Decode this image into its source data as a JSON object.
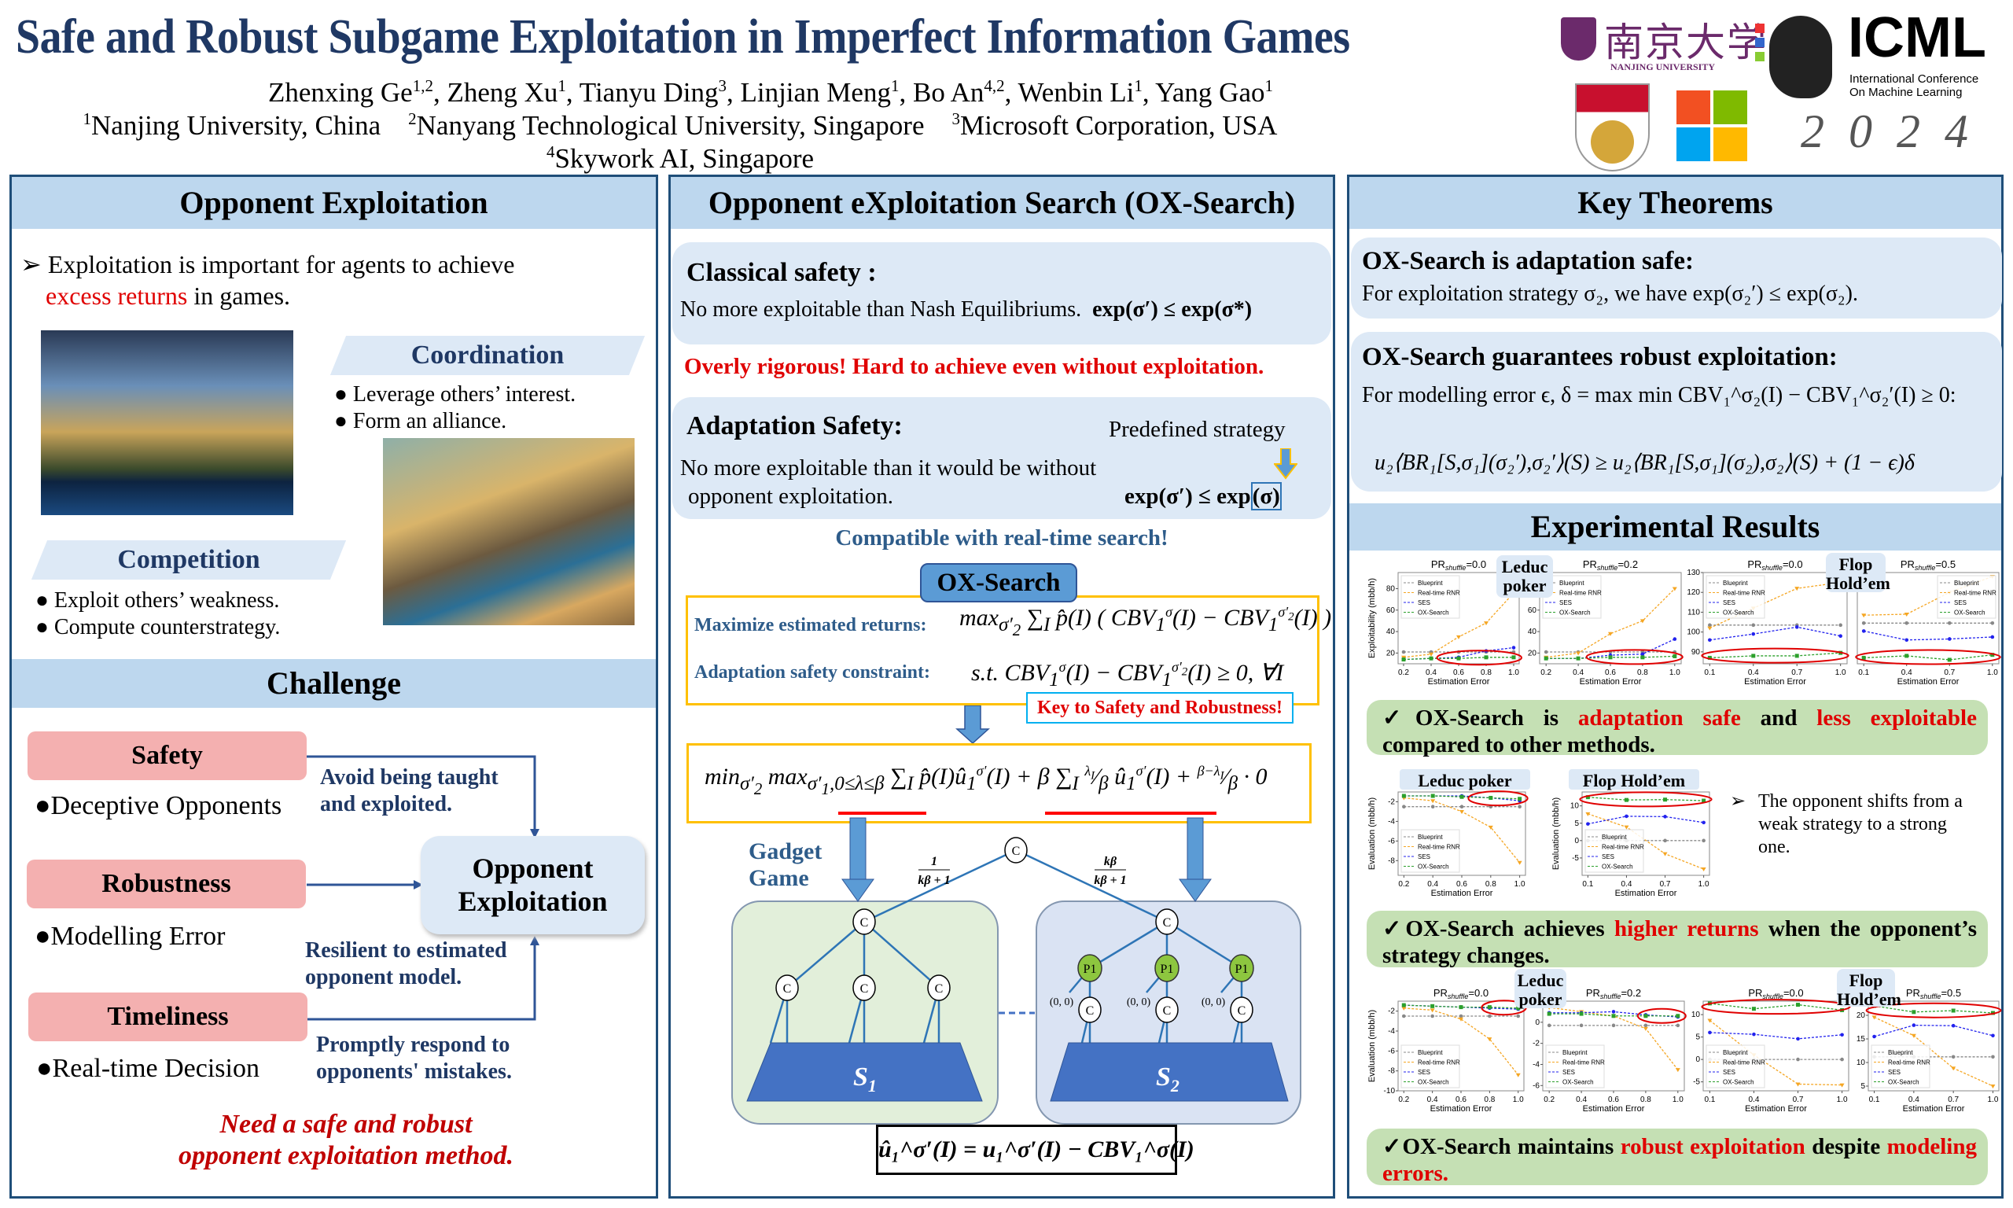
{
  "header": {
    "title": "Safe and Robust Subgame Exploitation in Imperfect Information Games",
    "authors": [
      {
        "name": "Zhenxing Ge",
        "aff": "1,2"
      },
      {
        "name": "Zheng Xu",
        "aff": "1"
      },
      {
        "name": "Tianyu Ding",
        "aff": "3"
      },
      {
        "name": "Linjian Meng",
        "aff": "1"
      },
      {
        "name": "Bo An",
        "aff": "4,2"
      },
      {
        "name": "Wenbin Li",
        "aff": "1"
      },
      {
        "name": "Yang Gao",
        "aff": "1"
      }
    ],
    "affiliations": [
      {
        "num": "1",
        "name": "Nanjing University, China"
      },
      {
        "num": "2",
        "name": "Nanyang Technological University, Singapore"
      },
      {
        "num": "3",
        "name": "Microsoft Corporation, USA"
      },
      {
        "num": "4",
        "name": "Skywork AI, Singapore"
      }
    ],
    "logos": {
      "nju_cn": "南京大学",
      "nju_en": "NANJING UNIVERSITY",
      "icml": "ICML",
      "icml_sub1": "International Conference",
      "icml_sub2": "On Machine Learning",
      "icml_year": "2 0 2 4"
    }
  },
  "left": {
    "header": "Opponent Exploitation",
    "intro_1": "Exploitation is important for agents to achieve",
    "intro_red": "excess returns",
    "intro_2": " in games.",
    "coordination": {
      "title": "Coordination",
      "bullets": [
        "Leverage others’ interest.",
        "Form an alliance."
      ]
    },
    "competition": {
      "title": "Competition",
      "bullets": [
        "Exploit others’ weakness.",
        "Compute counterstrategy."
      ]
    },
    "challenge": {
      "header": "Challenge",
      "items": [
        {
          "title": "Safety",
          "bullet": "Deceptive Opponents",
          "note": "Avoid being taught and exploited."
        },
        {
          "title": "Robustness",
          "bullet": "Modelling Error",
          "note": "Resilient to estimated opponent model."
        },
        {
          "title": "Timeliness",
          "bullet": "Real-time Decision",
          "note": "Promptly respond to opponents' mistakes."
        }
      ],
      "target": "Opponent Exploitation",
      "conclusion_1": "Need a safe and robust",
      "conclusion_2": "opponent exploitation method."
    }
  },
  "middle": {
    "header": "Opponent eXploitation Search (OX-Search)",
    "classical_title": "Classical safety :",
    "classical_text": "No more exploitable than Nash Equilibriums.",
    "classical_formula": "exp(σ′) ≤ exp(σ*)",
    "warning": "Overly rigorous!  Hard to achieve even without exploitation.",
    "adaptation_title": "Adaptation Safety:",
    "adaptation_text": "No more exploitable than it would be without opponent exploitation.",
    "predefined_label": "Predefined strategy",
    "adaptation_formula_left": "exp(σ′) ≤ exp",
    "adaptation_formula_boxed": "(σ)",
    "compatible": "Compatible with real-time search!",
    "oxsearch_label": "OX-Search",
    "objective_label": "Maximize estimated returns:",
    "constraint_label": "Adaptation safety constraint:",
    "key_note": "Key to Safety and Robustness!",
    "gadget_label_1": "Gadget",
    "gadget_label_2": "Game",
    "prob_left_num": "1",
    "prob_left_den": "kβ + 1",
    "prob_right_num": "kβ",
    "prob_right_den": "kβ + 1",
    "chance_node": "C",
    "player_node": "P1",
    "zero_payoff": "(0, 0)",
    "subgame_1": "S",
    "subgame_1_sub": "1",
    "subgame_2": "S",
    "subgame_2_sub": "2",
    "final_formula": "û₁^σ′(I) = u₁^σ′(I) − CBV₁^σ(I)"
  },
  "right": {
    "header": "Key Theorems",
    "thm1_title": "OX-Search is adaptation safe:",
    "thm1_text": "For exploitation strategy σ₂, we have exp(σ₂′) ≤ exp(σ₂).",
    "thm2_title": "OX-Search guarantees robust exploitation:",
    "thm2_text": "For modelling error ϵ, δ = max min CBV₁^σ₂(I) − CBV₁^σ₂′(I) ≥ 0:",
    "thm2_formula": "u₂⟨BR₁[S,σ₁](σ₂′),σ₂′⟩(S) ≥ u₂⟨BR₁[S,σ₁](σ₂),σ₂⟩(S) + (1 − ϵ)δ",
    "results_header": "Experimental Results",
    "leduc_label": "Leduc poker",
    "flop_label": "Flop Hold’em",
    "shift_note": "The opponent shifts from a weak strategy to a strong one.",
    "finding_1": {
      "check": "✓",
      "a": "OX-Search is ",
      "r1": "adaptation safe",
      "b": " and ",
      "r2": "less exploitable",
      "c": " compared to other methods."
    },
    "finding_2": {
      "check": "✓",
      "a": "OX-Search achieves ",
      "r1": "higher returns",
      "b": " when the opponent’s strategy changes.",
      "r2": "",
      "c": ""
    },
    "finding_3": {
      "check": "✓",
      "a": "OX-Search maintains ",
      "r1": "robust exploitation",
      "b": " despite ",
      "r2": "modeling errors.",
      "c": ""
    }
  },
  "colors": {
    "navy": "#1f3864",
    "red": "#e00000",
    "blueprint": "#888888",
    "rnr": "#f5a623",
    "ses": "#2222ee",
    "ox": "#2ca02c"
  },
  "chart_data": [
    {
      "type": "line",
      "title_prefix": "PR",
      "title_sub": "shuffle",
      "title_suffix": "=0.0",
      "xlabel": "Estimation Error",
      "ylabel": "Exploitability (mbb/h)",
      "x": [
        0.2,
        0.4,
        0.6,
        0.8,
        1.0
      ],
      "ylim": [
        10,
        95
      ],
      "yticks": [
        20,
        40,
        60,
        80
      ],
      "legend": "top-left",
      "highlight": [
        0.5,
        1.0
      ],
      "series": [
        {
          "name": "Blueprint",
          "values": [
            21,
            21,
            21,
            21,
            21
          ]
        },
        {
          "name": "Real-time RNR",
          "values": [
            16,
            19,
            35,
            48,
            76
          ]
        },
        {
          "name": "SES",
          "values": [
            14,
            15,
            16,
            22,
            25
          ]
        },
        {
          "name": "OX-Search",
          "values": [
            14,
            15,
            15,
            16,
            16
          ]
        }
      ]
    },
    {
      "type": "line",
      "title_prefix": "PR",
      "title_sub": "shuffle",
      "title_suffix": "=0.2",
      "xlabel": "Estimation Error",
      "ylabel": "",
      "x": [
        0.2,
        0.4,
        0.6,
        0.8,
        1.0
      ],
      "ylim": [
        10,
        95
      ],
      "yticks": [
        20,
        40,
        60
      ],
      "legend": "top-left",
      "highlight": [
        0.5,
        1.0
      ],
      "series": [
        {
          "name": "Blueprint",
          "values": [
            21,
            21,
            21,
            21,
            21
          ]
        },
        {
          "name": "Real-time RNR",
          "values": [
            16,
            20,
            38,
            50,
            80
          ]
        },
        {
          "name": "SES",
          "values": [
            15,
            15,
            18,
            19,
            33
          ]
        },
        {
          "name": "OX-Search",
          "values": [
            15,
            15,
            16,
            16,
            17
          ]
        }
      ]
    },
    {
      "type": "line",
      "title_prefix": "PR",
      "title_sub": "shuffle",
      "title_suffix": "=0.0",
      "xlabel": "Estimation Error",
      "ylabel": "",
      "x": [
        0.1,
        0.4,
        0.7,
        1.0
      ],
      "ylim": [
        84,
        130
      ],
      "yticks": [
        90,
        100,
        110,
        120,
        130
      ],
      "legend": "top-left",
      "highlight": [
        0.1,
        1.0
      ],
      "series": [
        {
          "name": "Blueprint",
          "values": [
            103.5,
            103.5,
            103.5,
            103.5
          ]
        },
        {
          "name": "Real-time RNR",
          "values": [
            102,
            112,
            122,
            125
          ]
        },
        {
          "name": "SES",
          "values": [
            96,
            99,
            102.5,
            98
          ]
        },
        {
          "name": "OX-Search",
          "values": [
            87,
            88,
            88,
            89.5
          ]
        }
      ]
    },
    {
      "type": "line",
      "title_prefix": "PR",
      "title_sub": "shuffle",
      "title_suffix": "=0.5",
      "xlabel": "Estimation Error",
      "ylabel": "",
      "x": [
        0.1,
        0.4,
        0.7,
        1.0
      ],
      "ylim": [
        84,
        130
      ],
      "yticks": [],
      "legend": "top-right",
      "highlight": [
        0.1,
        1.0
      ],
      "series": [
        {
          "name": "Blueprint",
          "values": [
            104.5,
            104.5,
            104.5,
            104.5
          ]
        },
        {
          "name": "Real-time RNR",
          "values": [
            108.5,
            109,
            120,
            128
          ]
        },
        {
          "name": "SES",
          "values": [
            100.5,
            96,
            96.5,
            97.5
          ]
        },
        {
          "name": "OX-Search",
          "values": [
            87,
            88,
            86,
            88.5
          ]
        }
      ]
    },
    {
      "type": "line",
      "title_prefix": "",
      "title_sub": "",
      "title_suffix": "",
      "xlabel": "Estimation Error",
      "ylabel": "Evaluation (mbb/h)",
      "x": [
        0.2,
        0.4,
        0.6,
        0.8,
        1.0
      ],
      "ylim": [
        -9.5,
        -1
      ],
      "yticks": [
        -2,
        -4,
        -6,
        -8
      ],
      "legend": "bottom-left",
      "highlight": [
        0.7,
        1.0
      ],
      "series": [
        {
          "name": "Blueprint",
          "values": [
            -2.5,
            -2.5,
            -2.5,
            -2.5,
            -2.5
          ]
        },
        {
          "name": "Real-time RNR",
          "values": [
            -1.6,
            -1.9,
            -3,
            -4.6,
            -8.2
          ]
        },
        {
          "name": "SES",
          "values": [
            -1.4,
            -1.4,
            -1.4,
            -1.6,
            -1.9
          ]
        },
        {
          "name": "OX-Search",
          "values": [
            -1.4,
            -1.4,
            -1.5,
            -1.6,
            -1.7
          ]
        }
      ]
    },
    {
      "type": "line",
      "title_prefix": "",
      "title_sub": "",
      "title_suffix": "",
      "xlabel": "Estimation Error",
      "ylabel": "Evaluation (mbb/h)",
      "x": [
        0.1,
        0.4,
        0.7,
        1.0
      ],
      "ylim": [
        -10,
        14
      ],
      "yticks": [
        -5,
        0,
        5,
        10
      ],
      "legend": "bottom-left",
      "highlight": [
        0.1,
        1.0
      ],
      "series": [
        {
          "name": "Blueprint",
          "values": [
            0,
            0,
            0,
            0
          ]
        },
        {
          "name": "Real-time RNR",
          "values": [
            7.7,
            3.9,
            -3.8,
            -8.2
          ]
        },
        {
          "name": "SES",
          "values": [
            4.8,
            7,
            6.9,
            5.2
          ]
        },
        {
          "name": "OX-Search",
          "values": [
            12.5,
            11.7,
            11.8,
            11.5
          ]
        }
      ]
    },
    {
      "type": "line",
      "title_prefix": "PR",
      "title_sub": "shuffle",
      "title_suffix": "=0.0",
      "xlabel": "Estimation Error",
      "ylabel": "Evaluation (mbb/h)",
      "x": [
        0.2,
        0.4,
        0.6,
        0.8,
        1.0
      ],
      "ylim": [
        -10,
        -1
      ],
      "yticks": [
        -2,
        -4,
        -6,
        -8,
        -10
      ],
      "legend": "bottom-left",
      "highlight": [
        0.8,
        1.0
      ],
      "series": [
        {
          "name": "Blueprint",
          "values": [
            -2.5,
            -2.5,
            -2.5,
            -2.5,
            -2.5
          ]
        },
        {
          "name": "Real-time RNR",
          "values": [
            -1.7,
            -1.9,
            -2.8,
            -4.8,
            -8.4
          ]
        },
        {
          "name": "SES",
          "values": [
            -1.4,
            -1.5,
            -1.6,
            -1.7,
            -1.8
          ]
        },
        {
          "name": "OX-Search",
          "values": [
            -1.4,
            -1.5,
            -1.6,
            -1.6,
            -1.7
          ]
        }
      ]
    },
    {
      "type": "line",
      "title_prefix": "PR",
      "title_sub": "shuffle",
      "title_suffix": "=0.2",
      "xlabel": "Estimation Error",
      "ylabel": "",
      "x": [
        0.2,
        0.4,
        0.6,
        0.8,
        1.0
      ],
      "ylim": [
        -6.5,
        2
      ],
      "yticks": [
        0,
        -2,
        -4,
        -6
      ],
      "legend": "bottom-left",
      "highlight": [
        0.8,
        1.0
      ],
      "series": [
        {
          "name": "Blueprint",
          "values": [
            -0.3,
            -0.3,
            -0.3,
            -0.3,
            -0.3
          ]
        },
        {
          "name": "Real-time RNR",
          "values": [
            1.4,
            1.0,
            0.6,
            -0.6,
            -4.5
          ]
        },
        {
          "name": "SES",
          "values": [
            0.9,
            0.9,
            1.0,
            0.7,
            0.5
          ]
        },
        {
          "name": "OX-Search",
          "values": [
            0.8,
            0.8,
            0.6,
            0.6,
            0.6
          ]
        }
      ]
    },
    {
      "type": "line",
      "title_prefix": "PR",
      "title_sub": "shuffle",
      "title_suffix": "=0.0",
      "xlabel": "Estimation Error",
      "ylabel": "",
      "x": [
        0.1,
        0.4,
        0.7,
        1.0
      ],
      "ylim": [
        -7,
        13
      ],
      "yticks": [
        -5,
        0,
        5,
        10
      ],
      "legend": "bottom-left",
      "highlight": [
        0.1,
        1.0
      ],
      "series": [
        {
          "name": "Blueprint",
          "values": [
            0,
            0,
            0,
            0
          ]
        },
        {
          "name": "Real-time RNR",
          "values": [
            8.7,
            1,
            -5.5,
            -5.7
          ]
        },
        {
          "name": "SES",
          "values": [
            6,
            5.6,
            4.6,
            5.5
          ]
        },
        {
          "name": "OX-Search",
          "values": [
            12.5,
            11.3,
            12.2,
            11
          ]
        }
      ]
    },
    {
      "type": "line",
      "title_prefix": "PR",
      "title_sub": "shuffle",
      "title_suffix": "=0.5",
      "xlabel": "Estimation Error",
      "ylabel": "",
      "x": [
        0.1,
        0.4,
        0.7,
        1.0
      ],
      "ylim": [
        4,
        23
      ],
      "yticks": [
        5,
        10,
        15,
        20
      ],
      "legend": "bottom-left",
      "highlight": [
        0.1,
        1.0
      ],
      "series": [
        {
          "name": "Blueprint",
          "values": [
            11.2,
            11.2,
            11.2,
            11.2
          ]
        },
        {
          "name": "Real-time RNR",
          "values": [
            19.6,
            15.7,
            8.8,
            5
          ]
        },
        {
          "name": "SES",
          "values": [
            15.5,
            17.9,
            17.8,
            15.7
          ]
        },
        {
          "name": "OX-Search",
          "values": [
            22,
            20.7,
            21,
            20.5
          ]
        }
      ]
    }
  ]
}
